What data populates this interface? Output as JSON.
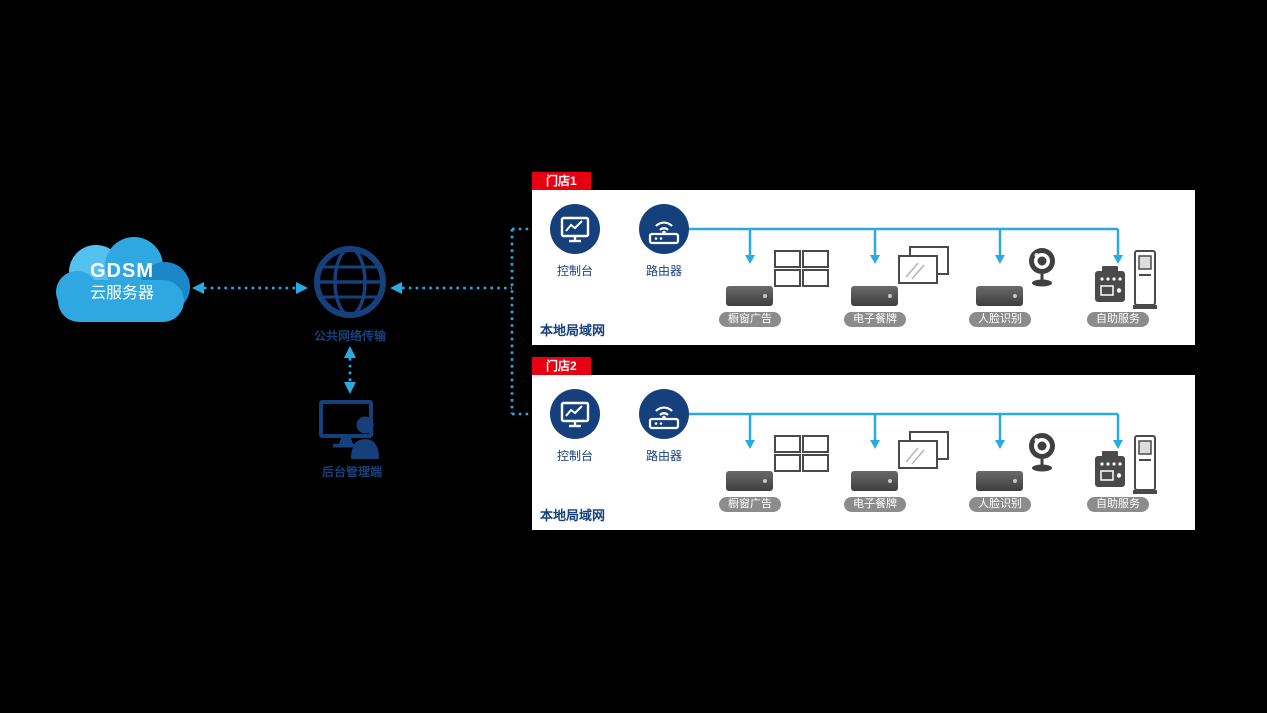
{
  "colors": {
    "background": "#000000",
    "accent_cyan": "#29ABE2",
    "navy": "#16407B",
    "tag_red": "#E60012",
    "pill_gray": "#8C8C8C",
    "panel_white": "#FFFFFF"
  },
  "cloud": {
    "title": "GDSM",
    "subtitle": "云服务器"
  },
  "network": {
    "label": "公共网络传输"
  },
  "admin": {
    "label": "后台管理端"
  },
  "stores": [
    {
      "tag": "门店1",
      "console_label": "控制台",
      "router_label": "路由器",
      "lan_label": "本地局域网",
      "devices": [
        {
          "label": "橱窗广告",
          "icon": "video-wall"
        },
        {
          "label": "电子餐牌",
          "icon": "dual-display"
        },
        {
          "label": "人脸识别",
          "icon": "webcam"
        },
        {
          "label": "自助服务",
          "icon": "kiosk"
        }
      ]
    },
    {
      "tag": "门店2",
      "console_label": "控制台",
      "router_label": "路由器",
      "lan_label": "本地局域网",
      "devices": [
        {
          "label": "橱窗广告",
          "icon": "video-wall"
        },
        {
          "label": "电子餐牌",
          "icon": "dual-display"
        },
        {
          "label": "人脸识别",
          "icon": "webcam"
        },
        {
          "label": "自助服务",
          "icon": "kiosk"
        }
      ]
    }
  ]
}
